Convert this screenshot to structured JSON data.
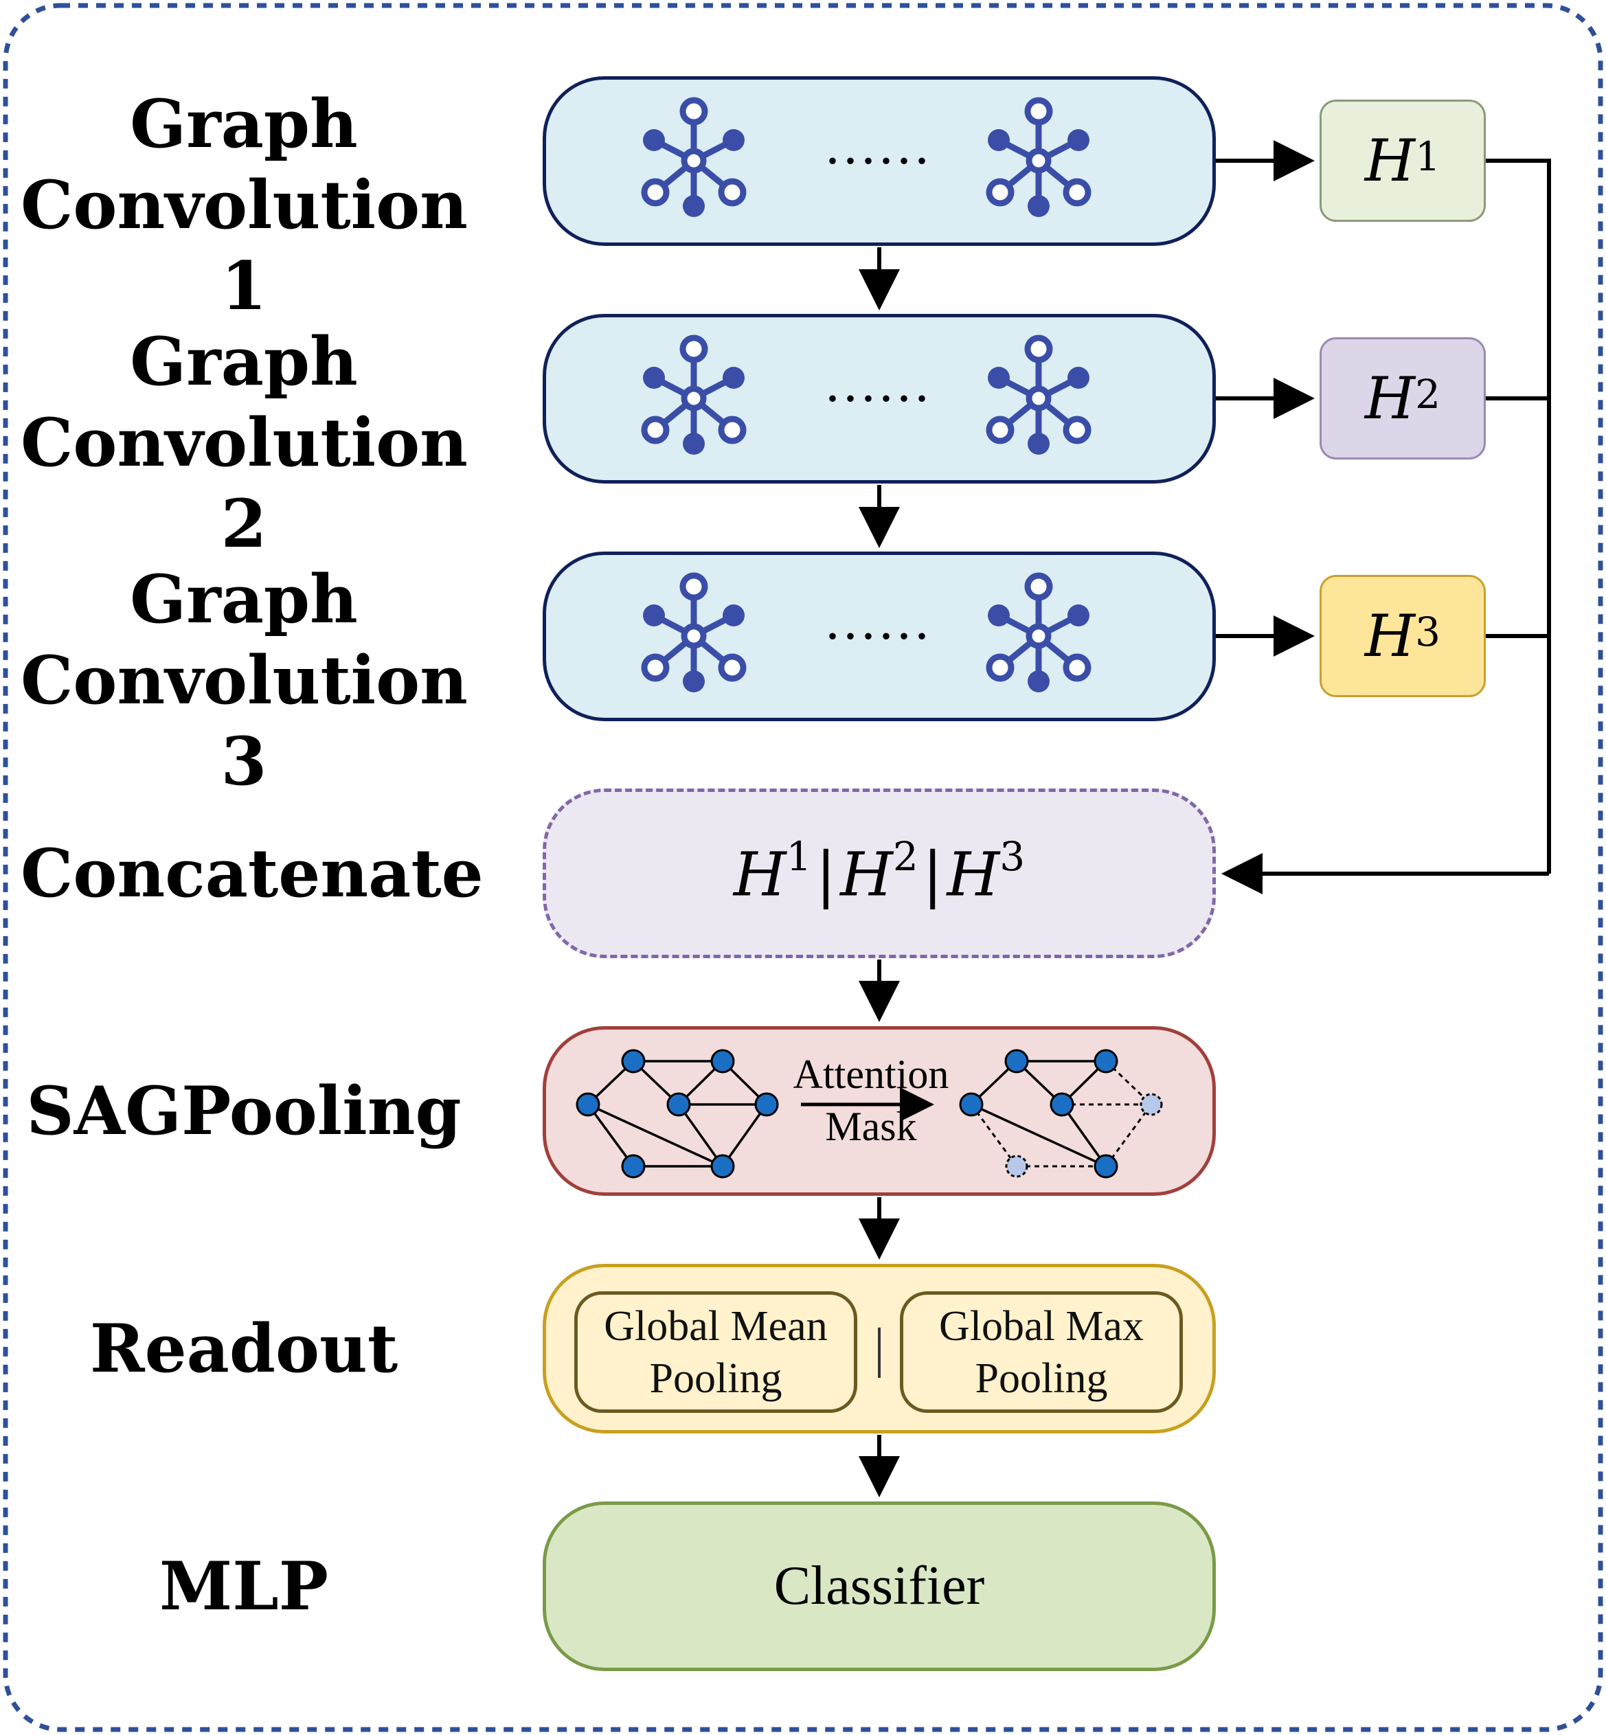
{
  "rows": [
    {
      "label": "Graph Convolution 1"
    },
    {
      "label": "Graph Convolution 2"
    },
    {
      "label": "Graph Convolution 3"
    },
    {
      "label": "Concatenate"
    },
    {
      "label": "SAGPooling"
    },
    {
      "label": "Readout"
    },
    {
      "label": "MLP"
    }
  ],
  "graph_conv": {
    "ellipsis": "......"
  },
  "features": [
    {
      "base": "H",
      "sup": "1",
      "color": "#e8f0dc",
      "border": "#8a9a7a"
    },
    {
      "base": "H",
      "sup": "2",
      "color": "#ddd5e8",
      "border": "#9a8ab0"
    },
    {
      "base": "H",
      "sup": "3",
      "color": "#fde59a",
      "border": "#c9a030"
    }
  ],
  "concat": {
    "h": "H",
    "s1": "1",
    "s2": "2",
    "s3": "3",
    "sep": "|"
  },
  "sagpool": {
    "attention": "Attention",
    "mask": "Mask"
  },
  "readout": {
    "mean": [
      "Global Mean",
      "Pooling"
    ],
    "max": [
      "Global Max",
      "Pooling"
    ],
    "sep": "|"
  },
  "mlp": {
    "classifier": "Classifier"
  },
  "colors": {
    "node": "#1a6fc4",
    "node_light": "#b8c8e8",
    "icon": "#3a4ea8",
    "border_dash": "#2f4f9a"
  }
}
